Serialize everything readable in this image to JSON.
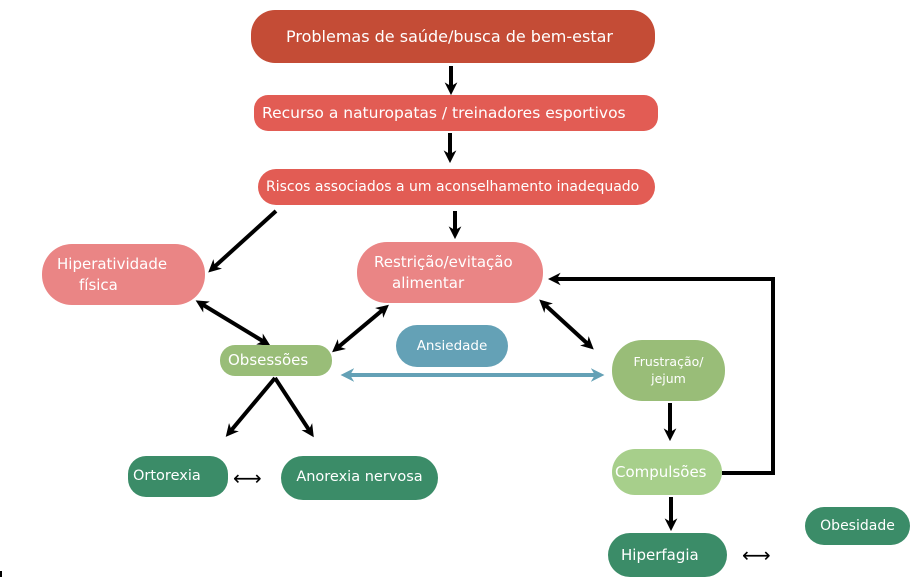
{
  "diagram": {
    "nodes": {
      "health_problems": "Problemas de saúde/busca de bem-estar",
      "recourse": "Recurso a naturopatas / treinadores esportivos",
      "risks": "Riscos associados a um aconselhamento inadequado",
      "hyperactivity": [
        "Hiperatividade",
        "física"
      ],
      "restriction": [
        "Restrição/evitação",
        "alimentar"
      ],
      "anxiety": "Ansiedade",
      "obsessions": "Obsessões",
      "frustration": [
        "Frustração/",
        "jejum"
      ],
      "compulsions": "Compulsões",
      "orthorexia": "Ortorexia",
      "anorexia": "Anorexia nervosa",
      "hyperphagia": "Hiperfagia",
      "obesity": "Obesidade"
    },
    "bidirectional_symbol": "⟷",
    "colors": {
      "dark_red": "#c44c36",
      "red": "#e25c54",
      "pink": "#ea8585",
      "green": "#99bd78",
      "light_green": "#a7cf8b",
      "teal_green": "#3b8c68",
      "blue": "#64a1b6",
      "arrow": "#000000"
    },
    "edges": [
      {
        "from": "health_problems",
        "to": "recourse",
        "type": "arrow"
      },
      {
        "from": "recourse",
        "to": "risks",
        "type": "arrow"
      },
      {
        "from": "risks",
        "to": "hyperactivity",
        "type": "arrow"
      },
      {
        "from": "risks",
        "to": "restriction",
        "type": "arrow"
      },
      {
        "from": "hyperactivity",
        "to": "obsessions",
        "type": "double"
      },
      {
        "from": "restriction",
        "to": "obsessions",
        "type": "double"
      },
      {
        "from": "restriction",
        "to": "frustration",
        "type": "double"
      },
      {
        "from": "obsessions",
        "to": "frustration",
        "type": "double-blue",
        "label": "anxiety"
      },
      {
        "from": "obsessions",
        "to": "orthorexia",
        "type": "arrow"
      },
      {
        "from": "obsessions",
        "to": "anorexia",
        "type": "arrow"
      },
      {
        "from": "frustration",
        "to": "compulsions",
        "type": "arrow"
      },
      {
        "from": "compulsions",
        "to": "restriction",
        "type": "loop-arrow"
      },
      {
        "from": "compulsions",
        "to": "hyperphagia",
        "type": "arrow"
      },
      {
        "from": "orthorexia",
        "to": "anorexia",
        "type": "thin-double"
      },
      {
        "from": "hyperphagia",
        "to": "obesity",
        "type": "thin-double"
      }
    ]
  }
}
